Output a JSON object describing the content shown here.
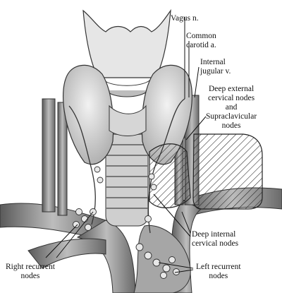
{
  "labels": {
    "vagus": "Vagus n.",
    "common_carotid": "Common\ncarotid a.",
    "internal_jugular": "Internal\njugular v.",
    "deep_external": "Deep external\ncervical nodes\nand\nSupraclavicular\nnodes",
    "deep_internal": "Deep internal\ncervical nodes",
    "right_recurrent": "Right recurrent\nnodes",
    "left_recurrent": "Left recurrent\nnodes"
  },
  "colors": {
    "ink": "#111111",
    "tissue": "#d9d9d9",
    "tissue_dark": "#9a9a9a",
    "vessel": "#8c8c8c"
  }
}
